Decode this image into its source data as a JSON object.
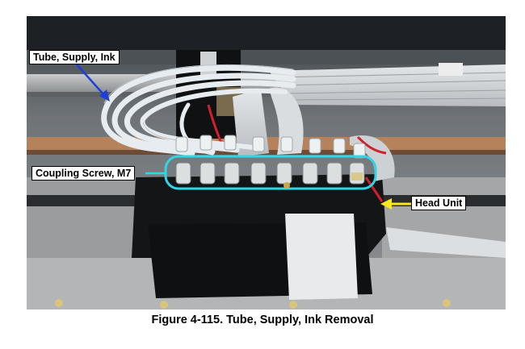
{
  "figure": {
    "caption": "Figure 4-115. Tube, Supply, Ink Removal"
  },
  "callouts": {
    "tube": "Tube, Supply, Ink",
    "coupling_screw": "Coupling Screw, M7",
    "head_unit": "Head Unit"
  },
  "colors": {
    "arrow_blue": "#1f3fd8",
    "highlight_cyan": "#2fd6e6",
    "arrow_yellow": "#ffe81a"
  }
}
